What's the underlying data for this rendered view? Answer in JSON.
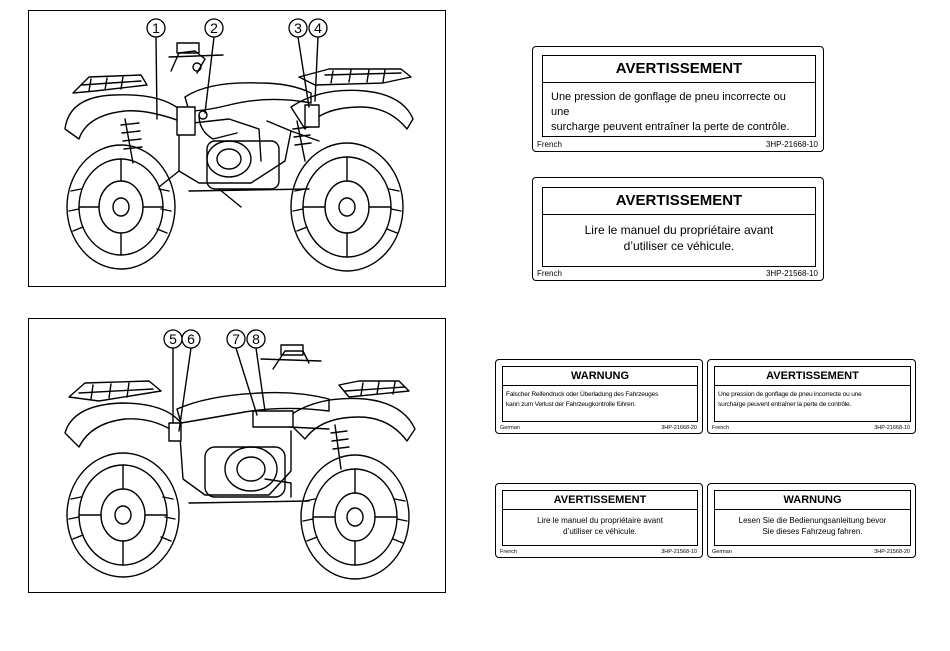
{
  "illustrations": {
    "top": {
      "callouts": [
        "1",
        "2",
        "3",
        "4"
      ]
    },
    "bottom": {
      "callouts": [
        "5",
        "6",
        "7",
        "8"
      ]
    }
  },
  "labels": {
    "l1": {
      "heading": "AVERTISSEMENT",
      "line1": "Une pression de gonflage de pneu incorrecte ou une",
      "line2": "surcharge peuvent entraîner la perte de contrôle.",
      "language": "French",
      "code": "3HP-21668-10"
    },
    "l2": {
      "heading": "AVERTISSEMENT",
      "line1": "Lire le manuel du propriétaire avant",
      "line2": "d’utiliser ce véhicule.",
      "language": "French",
      "code": "3HP-21568-10"
    },
    "l3": {
      "heading": "WARNUNG",
      "line1": "Falscher Reifendruck oder Überladung des Fahrzeuges",
      "line2": "kann zum Verlust der Fahrzeugkontrolle führen.",
      "language": "German",
      "code": "3HP-21668-20"
    },
    "l4": {
      "heading": "AVERTISSEMENT",
      "line1": "Une pression de gonflage de pneu incorrecte ou une",
      "line2": "surcharge peuvent entraîner la perte de contrôle.",
      "language": "French",
      "code": "3HP-21668-10"
    },
    "l5": {
      "heading": "AVERTISSEMENT",
      "line1": "Lire le manuel du propriétaire avant",
      "line2": "d’utiliser ce véhicule.",
      "language": "French",
      "code": "3HP-21568-10"
    },
    "l6": {
      "heading": "WARNUNG",
      "line1": "Lesen Sie die Bedienungsanleitung bevor",
      "line2": "Sie dieses Fahrzeug fahren.",
      "language": "German",
      "code": "3HP-21568-20"
    }
  }
}
